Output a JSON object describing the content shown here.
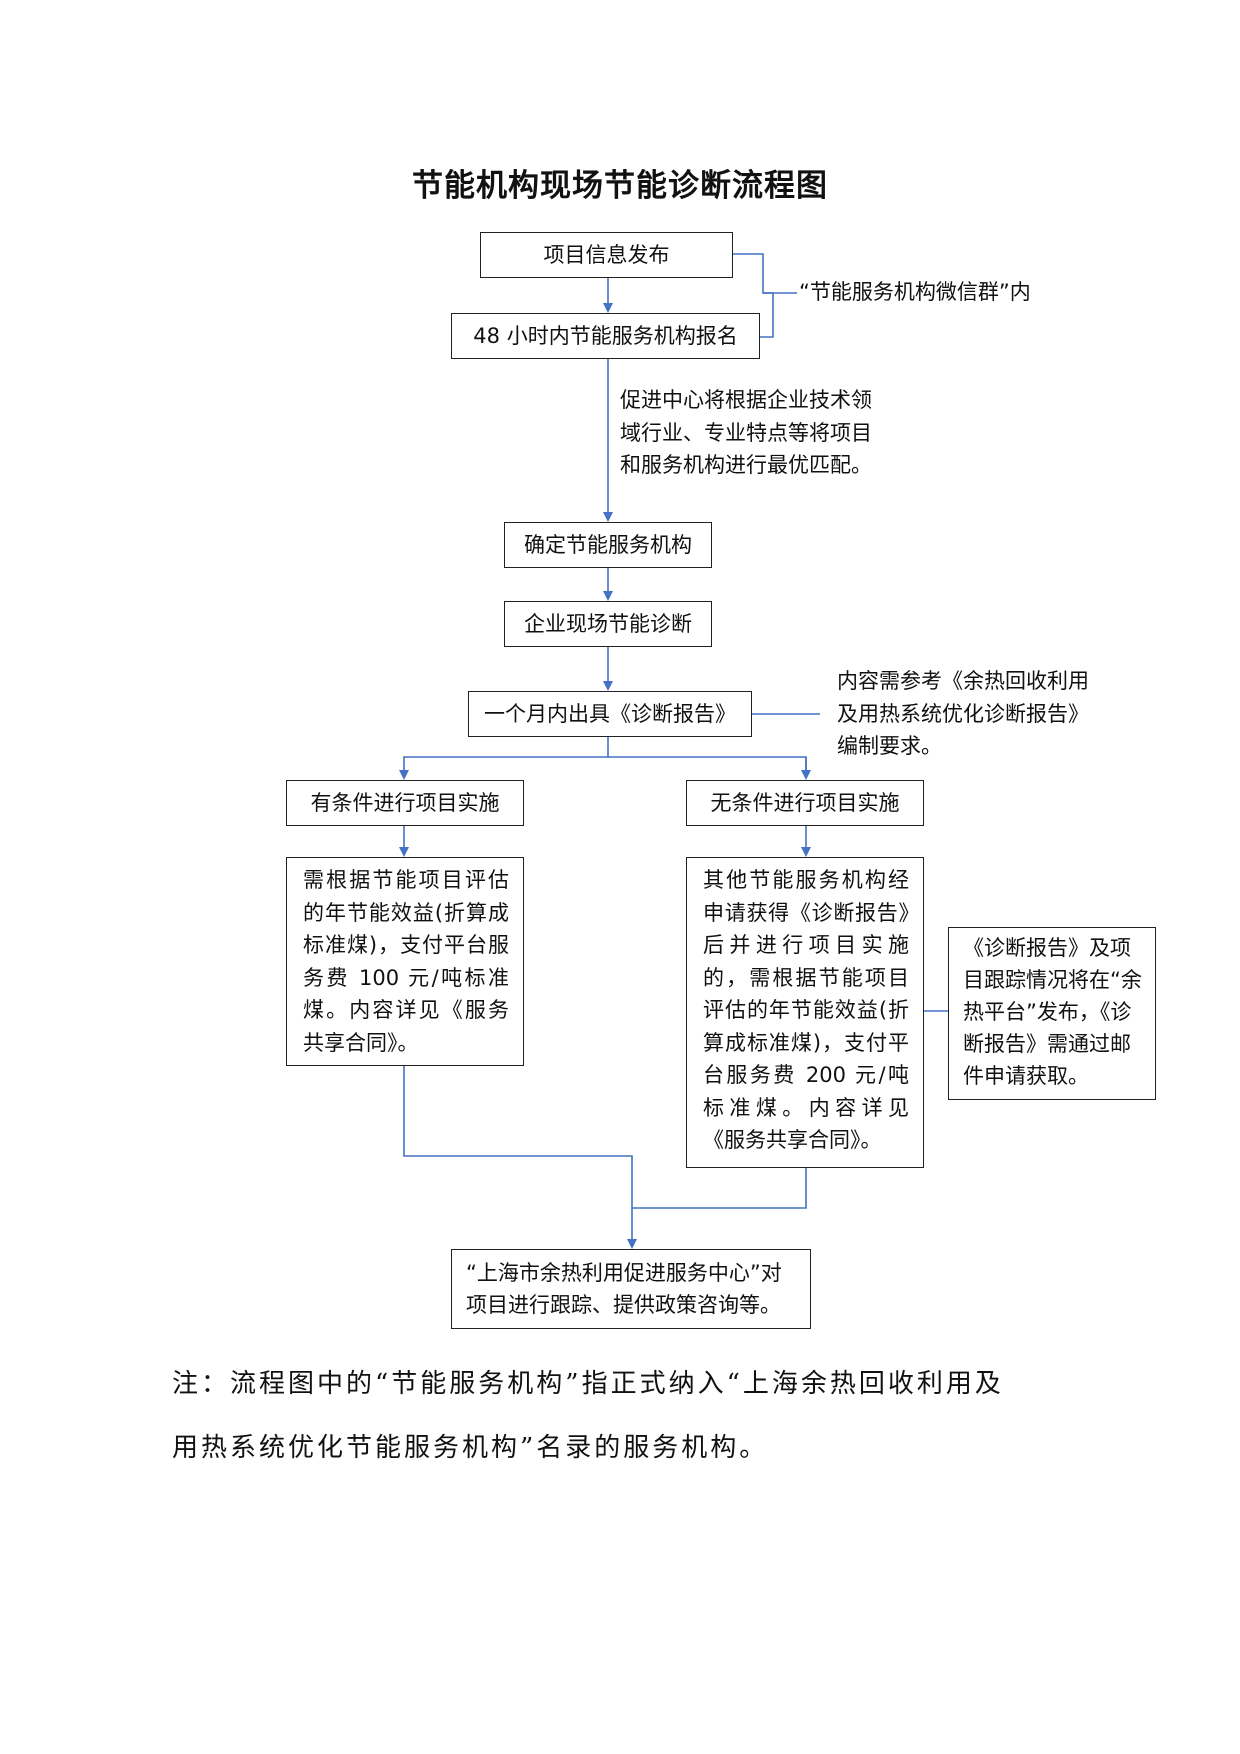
{
  "title": "节能机构现场节能诊断流程图",
  "nodes": {
    "publish": "项目信息发布",
    "signup": "48 小时内节能服务机构报名",
    "confirm": "确定节能服务机构",
    "diagnosis": "企业现场节能诊断",
    "report": "一个月内出具《诊断报告》",
    "with_condition": "有条件进行项目实施",
    "without_condition": "无条件进行项目实施",
    "with_condition_detail": "需根据节能项目评估的年节能效益(折算成标准煤)，支付平台服务费 100 元/吨标准煤。内容详见《服务共享合同》。",
    "without_condition_detail": "其他节能服务机构经申请获得《诊断报告》后并进行项目实施的，需根据节能项目评估的年节能效益(折算成标准煤)，支付平台服务费 200 元/吨标准煤。内容详见《服务共享合同》。",
    "platform_publish": "《诊断报告》及项目跟踪情况将在“余热平台”发布，《诊断报告》需通过邮件申请获取。",
    "followup": "“上海市余热利用促进服务中心”对项目进行跟踪、提供政策咨询等。"
  },
  "annotations": {
    "wechat": "“节能服务机构微信群”内",
    "matching": "促进中心将根据企业技术领\n域行业、专业特点等将项目\n和服务机构进行最优匹配。",
    "report_requirement": "内容需参考《余热回收利用\n及用热系统优化诊断报告》\n编制要求。"
  },
  "footnote": {
    "line1": "注：流程图中的“节能服务机构”指正式纳入“上海余热回收利用及",
    "line2": "用热系统优化节能服务机构”名录的服务机构。"
  },
  "colors": {
    "arrow": "#4472c4",
    "border": "#222222"
  }
}
